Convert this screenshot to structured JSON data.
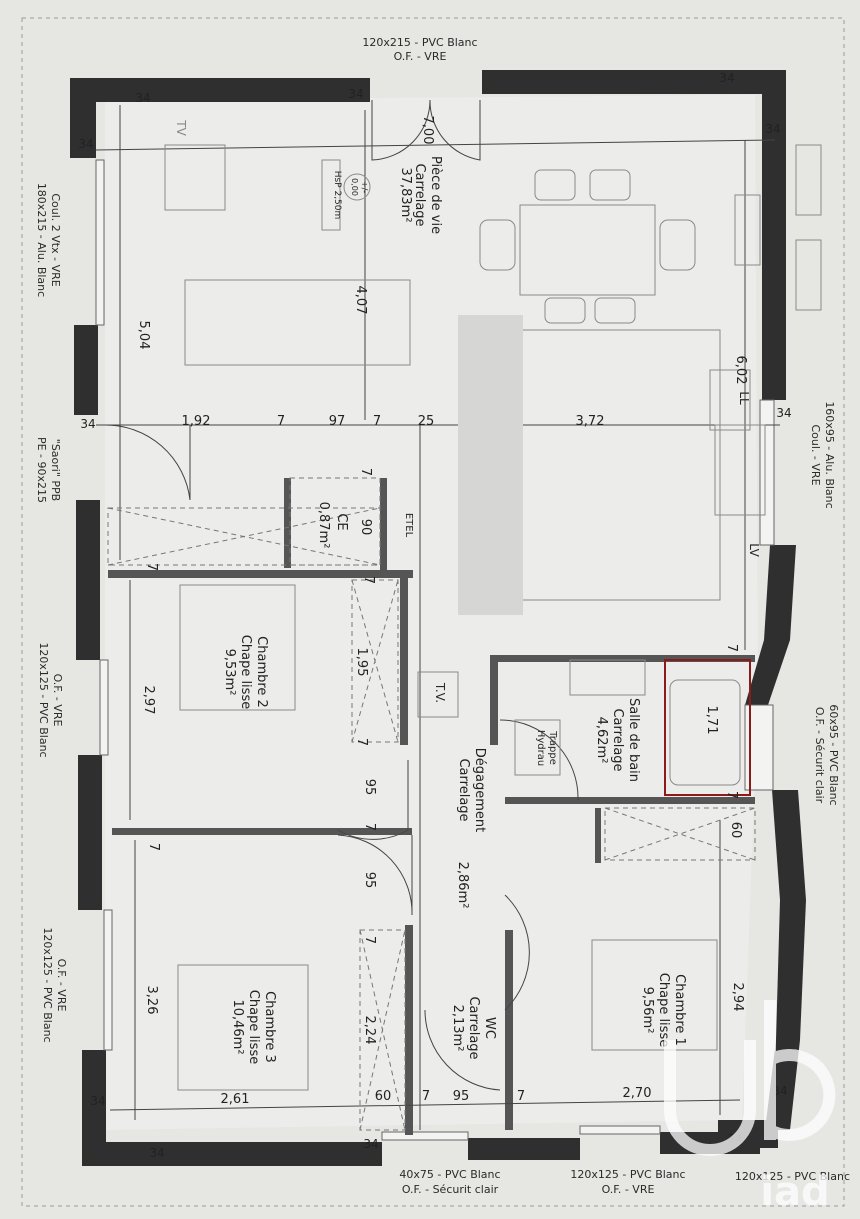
{
  "windows": {
    "top": [
      "120x215 - PVC Blanc",
      "O.F. - VRE"
    ],
    "left_upper": [
      "180x215 - Alu. Blanc",
      "Coul. 2 Vtx - VRE"
    ],
    "left_door": [
      "PE - 90x215",
      "\"Saori\" PPB"
    ],
    "left_mid": [
      "120x125 - PVC Blanc",
      "O.F. - VRE"
    ],
    "left_low": [
      "120x125 - PVC Blanc",
      "O.F. - VRE"
    ],
    "right_upper": [
      "160x95 - Alu. Blanc",
      "Coul. - VRE"
    ],
    "right_mid": [
      "60x95 - PVC Blanc",
      "O.F. - Sécurit clair"
    ],
    "bottom_left": [
      "40x75 - PVC Blanc",
      "O.F. - Sécurit clair"
    ],
    "bottom_right": [
      "120x125 - PVC Blanc",
      "O.F. - VRE"
    ]
  },
  "rooms": {
    "living": {
      "name": "Pièce de vie",
      "floor": "Carrelage",
      "area": "37,83m²"
    },
    "ce": {
      "name": "CE",
      "area": "0,87m²"
    },
    "etel": {
      "name": "ETEL"
    },
    "bedroom2": {
      "name": "Chambre 2",
      "floor": "Chape lisse",
      "area": "9,53m²"
    },
    "bedroom3": {
      "name": "Chambre 3",
      "floor": "Chape lisse",
      "area": "10,46m²"
    },
    "bedroom1": {
      "name": "Chambre 1",
      "floor": "Chape lisse",
      "area": "9,56m²"
    },
    "bathroom": {
      "name": "Salle de bain",
      "floor": "Carrelage",
      "area": "4,62m²"
    },
    "hall": {
      "name": "Dégagement",
      "floor": "Carrelage",
      "area": "2,86m²"
    },
    "wc": {
      "name": "WC",
      "floor": "Carrelage",
      "area": "2,13m²"
    }
  },
  "labels": {
    "hsp": "HsP 2,50m",
    "level_sign": "+/-",
    "level_value": "0,00",
    "tv1": "TV",
    "tv2": "T.V.",
    "ll": "LL",
    "lv": "LV",
    "trappe": [
      "Trappe",
      "Hydrau"
    ]
  },
  "dimensions": {
    "d700": "7,00",
    "d504": "5,04",
    "d407": "4,07",
    "d602": "6,02",
    "d192": "1,92",
    "d7a": "7",
    "d97": "97",
    "d7b": "7",
    "d25": "25",
    "d372": "3,72",
    "d90": "90",
    "d7c": "7",
    "d7d": "7",
    "d7e": "7",
    "d195": "1,95",
    "d297": "2,97",
    "d7f": "7",
    "d95a": "95",
    "d7g": "7",
    "d7h": "7",
    "d95b": "95",
    "d7i": "7",
    "d7j": "7",
    "d171": "1,71",
    "d7k": "7",
    "d60a": "60",
    "d326": "3,26",
    "d224": "2,24",
    "d294": "2,94",
    "d261": "2,61",
    "d60b": "60",
    "d7l": "7",
    "d95c": "95",
    "d7m": "7",
    "d270": "2,70",
    "w34": "34"
  },
  "watermark": {
    "brand": "iad"
  }
}
